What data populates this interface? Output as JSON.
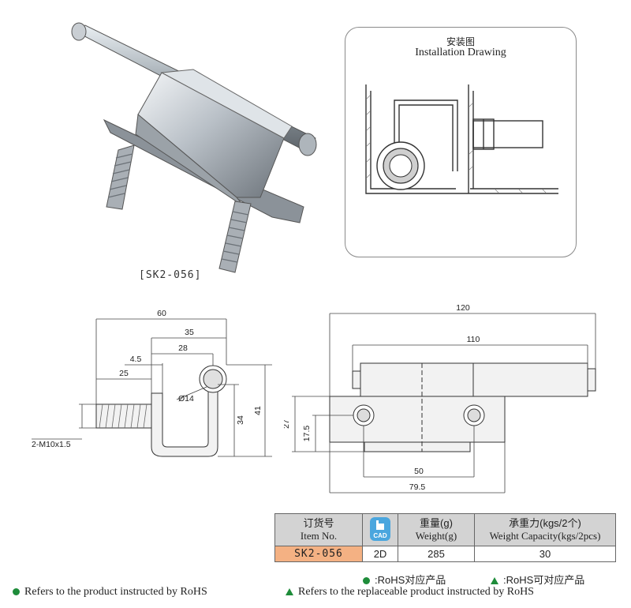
{
  "product": {
    "code_label": "[SK2-056]"
  },
  "installation": {
    "title_cn": "安装图",
    "title_en": "Installation Drawing"
  },
  "side_view": {
    "dims": {
      "d60": "60",
      "d35": "35",
      "d28": "28",
      "d4_5": "4.5",
      "d25": "25",
      "dia": "Ø14",
      "d34": "34",
      "d41": "41",
      "thread": "2-M10x1.5"
    }
  },
  "front_view": {
    "dims": {
      "d120": "120",
      "d110": "110",
      "d27": "27",
      "d17_5": "17.5",
      "d50": "50",
      "d79_5": "79.5"
    }
  },
  "table": {
    "h_item_cn": "订货号",
    "h_item_en": "Item No.",
    "h_cad": "CAD",
    "h_weight_cn": "重量(g)",
    "h_weight_en": "Weight(g)",
    "h_cap_cn": "承重力(kgs/2个)",
    "h_cap_en": "Weight Capacity(kgs/2pcs)",
    "item_no": "SK2-056",
    "cad": "2D",
    "weight": "285",
    "capacity": "30",
    "item_bg": "#f4b183"
  },
  "legend": {
    "rohs_cn": ":RoHS对应产品",
    "replace_cn": ":RoHS可对应产品",
    "rohs_en": "Refers to the product instructed by RoHS",
    "replace_en": "Refers to the replaceable product instructed by RoHS",
    "color": "#1e8c3a"
  }
}
